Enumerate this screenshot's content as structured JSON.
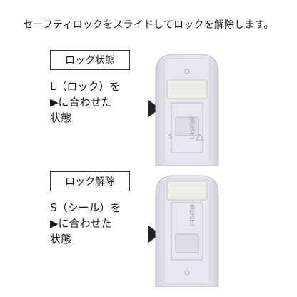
{
  "headline": "セーフティロックをスライドしてロックを解除します。",
  "panels": [
    {
      "state_label": "ロック状態",
      "desc_lines": [
        "L（ロック）を",
        "▶に合わせた",
        "状態"
      ],
      "embossed_brand": "IRUSHI",
      "embossed_letter": "S",
      "embossed_icon": "lock-icon"
    },
    {
      "state_label": "ロック解除",
      "desc_lines": [
        "S（シール）を",
        "▶に合わせた",
        "状態"
      ],
      "embossed_brand": "IRUSHI",
      "embossed_letter": "",
      "embossed_icon": "unlock-icon"
    }
  ],
  "colors": {
    "device_body": "#e3e1ea",
    "device_edge": "#c9c6d2",
    "seal_pad": "#efeeea",
    "indicator": "#222222"
  }
}
